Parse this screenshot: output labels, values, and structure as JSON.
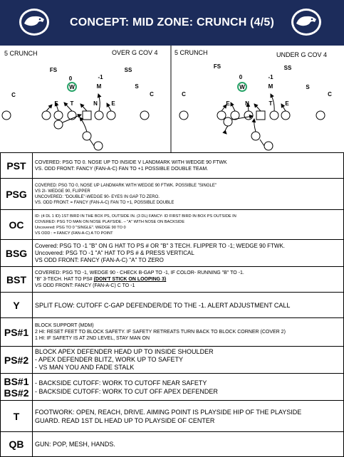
{
  "header": {
    "title": "CONCEPT: MID ZONE: CRUNCH (4/5)"
  },
  "diagram": {
    "left": {
      "play": "5 CRUNCH",
      "coverage": "OVER G COV 4",
      "players": {
        "fs": "FS",
        "ss": "SS",
        "c_left": "C",
        "c_right": "C",
        "zero": "0",
        "minus_one": "-1",
        "w": "W",
        "m": "M",
        "s": "S",
        "e1": "E",
        "t": "T",
        "n": "N",
        "e2": "E"
      }
    },
    "right": {
      "play": "5 CRUNCH",
      "coverage": "UNDER G COV 4",
      "players": {
        "fs": "FS",
        "ss": "SS",
        "c_left": "C",
        "c_right": "C",
        "zero": "0",
        "minus_one": "-1",
        "w": "W",
        "m": "M",
        "s": "S",
        "e1": "E",
        "n": "N",
        "t": "T",
        "e2": "E"
      }
    }
  },
  "rows": [
    {
      "label": "PST",
      "lines": [
        "COVERED: PSG TO 0. NOSE UP TO INSIDE V LANDMARK WITH WEDGE 90 FTWK",
        "VS. ODD FRONT: FANCY (FAN-A-C) FAN TO +1 POSSIBLE DOUBLE TEAM."
      ]
    },
    {
      "label": "PSG",
      "lines": [
        "COVERED: PSG TO 0, NOSE UP LANDMARK WITH WEDGE 90 FTWK. POSSIBLE \"SINGLE\"",
        "VS 2I- WEDGE 90, FLIPPER",
        "UNCOVERED: \"DOUBLE\"-WEDGE 90- EYES IN GAP TO ZERO.",
        "VS. ODD FRONT: = FANCY (FAN-A-C) FAN TO +1, POSSIBLE DOUBLE"
      ]
    },
    {
      "label": "OC",
      "lines": [
        "ID: (4 DL 1 ID) 1ST BIRD IN THE BOX PS, OUTSIDE IN. (3 DL) FANCY- ID FIRST BIRD IN BOX PS OUTSIDE IN",
        "COVERED: PSG TO MAN ON NOSE PLAYSIDE. – \"A\" WITH NOSE ON BACKSIDE",
        "Uncovered: PSG TO 0 \"SINGLE\". WEDGE 90 TO 0",
        "VS ODD : = FANCY (FAN-A-C) A TO POINT"
      ]
    },
    {
      "label": "BSG",
      "lines": [
        "Covered: PSG TO -1 \"B\" ON G HAT TO PS # OR \"B\" 3 TECH. FLIPPER TO -1; WEDGE 90 FTWK.",
        "Uncovered: PSG TO -1 \"A\" HAT TO PS # & PRESS VERTICAL",
        "VS ODD FRONT: FANCY (FAN-A-C) \"A\" TO ZERO"
      ]
    },
    {
      "label": "BST",
      "lines": [
        "COVERED: PSG TO -1, WEDGE 90 - CHECK B-GAP TO -1, IF COLOR- RUNNING \"B\" TO -1.",
        "\"B\" 3-TECH. HAT TO PS#",
        "VS ODD FRONT: FANCY (FAN-A-C) C TO -1"
      ],
      "underline": "(DON'T STICK ON LOOPING 3)"
    },
    {
      "label": "Y",
      "lines": [
        "SPLIT FLOW: CUTOFF C-GAP DEFENDER/DE TO THE -1. ALERT ADJUSTMENT CALL"
      ]
    },
    {
      "label": "PS#1",
      "lines": [
        "BLOCK SUPPORT (MDM)",
        "2 HI: RESET FEET TO BLOCK SAFETY. IF SAFETY RETREATS TURN BACK TO BLOCK CORNER (COVER 2)",
        "1 HI: IF SAFETY IS AT 2ND LEVEL, STAY MAN ON"
      ]
    },
    {
      "label": "PS#2",
      "lines": [
        "BLOCK APEX DEFENDER HEAD UP TO INSIDE SHOULDER",
        "- APEX DEFENDER BLITZ, WORK UP TO SAFETY",
        "- VS MAN YOU AND FADE STALK"
      ]
    },
    {
      "label": "BS#1 BS#2",
      "labels": [
        "BS#1",
        "BS#2"
      ],
      "lines": [
        "- BACKSIDE CUTOFF: WORK TO CUTOFF NEAR SAFETY",
        "- BACKSIDE CUTOFF: WORK TO CUT OFF APEX DEFENDER"
      ]
    },
    {
      "label": "T",
      "lines": [
        "FOOTWORK: OPEN, REACH, DRIVE. AIMING POINT IS PLAYSIDE HIP OF THE PLAYSIDE",
        "GUARD. READ 1ST DL HEAD UP TO PLAYSIDE OF CENTER"
      ]
    },
    {
      "label": "QB",
      "lines": [
        "GUN: POP, MESH, HANDS."
      ]
    }
  ]
}
